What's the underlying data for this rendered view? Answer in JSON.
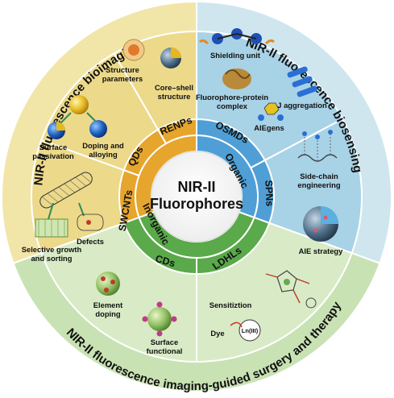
{
  "center": {
    "line1": "NIR-II",
    "line2": "Fluorophores"
  },
  "groups": {
    "organic": "Organic",
    "inorganic": "Inorganic"
  },
  "categories": {
    "osmds": "OSMDs",
    "spns": "SPNs",
    "ldhls": "LDHLs",
    "cds": "CDs",
    "swcnts": "SWCNTs",
    "qds": "QDs",
    "renps": "RENPs"
  },
  "outer_titles": {
    "bioimaging": "NIR-II fluorescence bioimaging",
    "biosensing": "NIR-II fluorescence biosensing",
    "surgery": "NIR-II fluorescence imaging-guided surgery and therapy"
  },
  "labels": {
    "structure_parameters": [
      "Structure",
      "parameters"
    ],
    "core_shell": [
      "Core–shell",
      "structure"
    ],
    "surface_passivation": [
      "Surface",
      "passivation"
    ],
    "doping_alloying": [
      "Doping and",
      "alloying"
    ],
    "defects": "Defects",
    "selective_growth": [
      "Selective growth",
      "and sorting"
    ],
    "shielding_unit": "Shielding unit",
    "fluorophore_protein": [
      "Fluorophore-protein",
      "complex"
    ],
    "j_aggregation": "J aggregation",
    "aiegens": "AIEgens",
    "side_chain": [
      "Side-chain",
      "engineering"
    ],
    "aie_strategy": "AIE strategy",
    "element_doping": [
      "Element",
      "doping"
    ],
    "surface_functional": [
      "Surface",
      "functional"
    ],
    "sensitiztion": "Sensitiztion",
    "dye": "Dye",
    "ln": "Ln(III)"
  },
  "colors": {
    "bioimaging_outer": "#f1e6a8",
    "bioimaging_inner": "#ecd98a",
    "biosensing_outer": "#cfe6ee",
    "biosensing_inner": "#a8d2e6",
    "surgery_outer": "#c9e2b4",
    "surgery_inner": "#d8ebc6",
    "ring_orange": "#e6a52c",
    "ring_blue": "#4f9fd6",
    "ring_green": "#5aa94a",
    "ring_white": "#f4f4f0"
  }
}
